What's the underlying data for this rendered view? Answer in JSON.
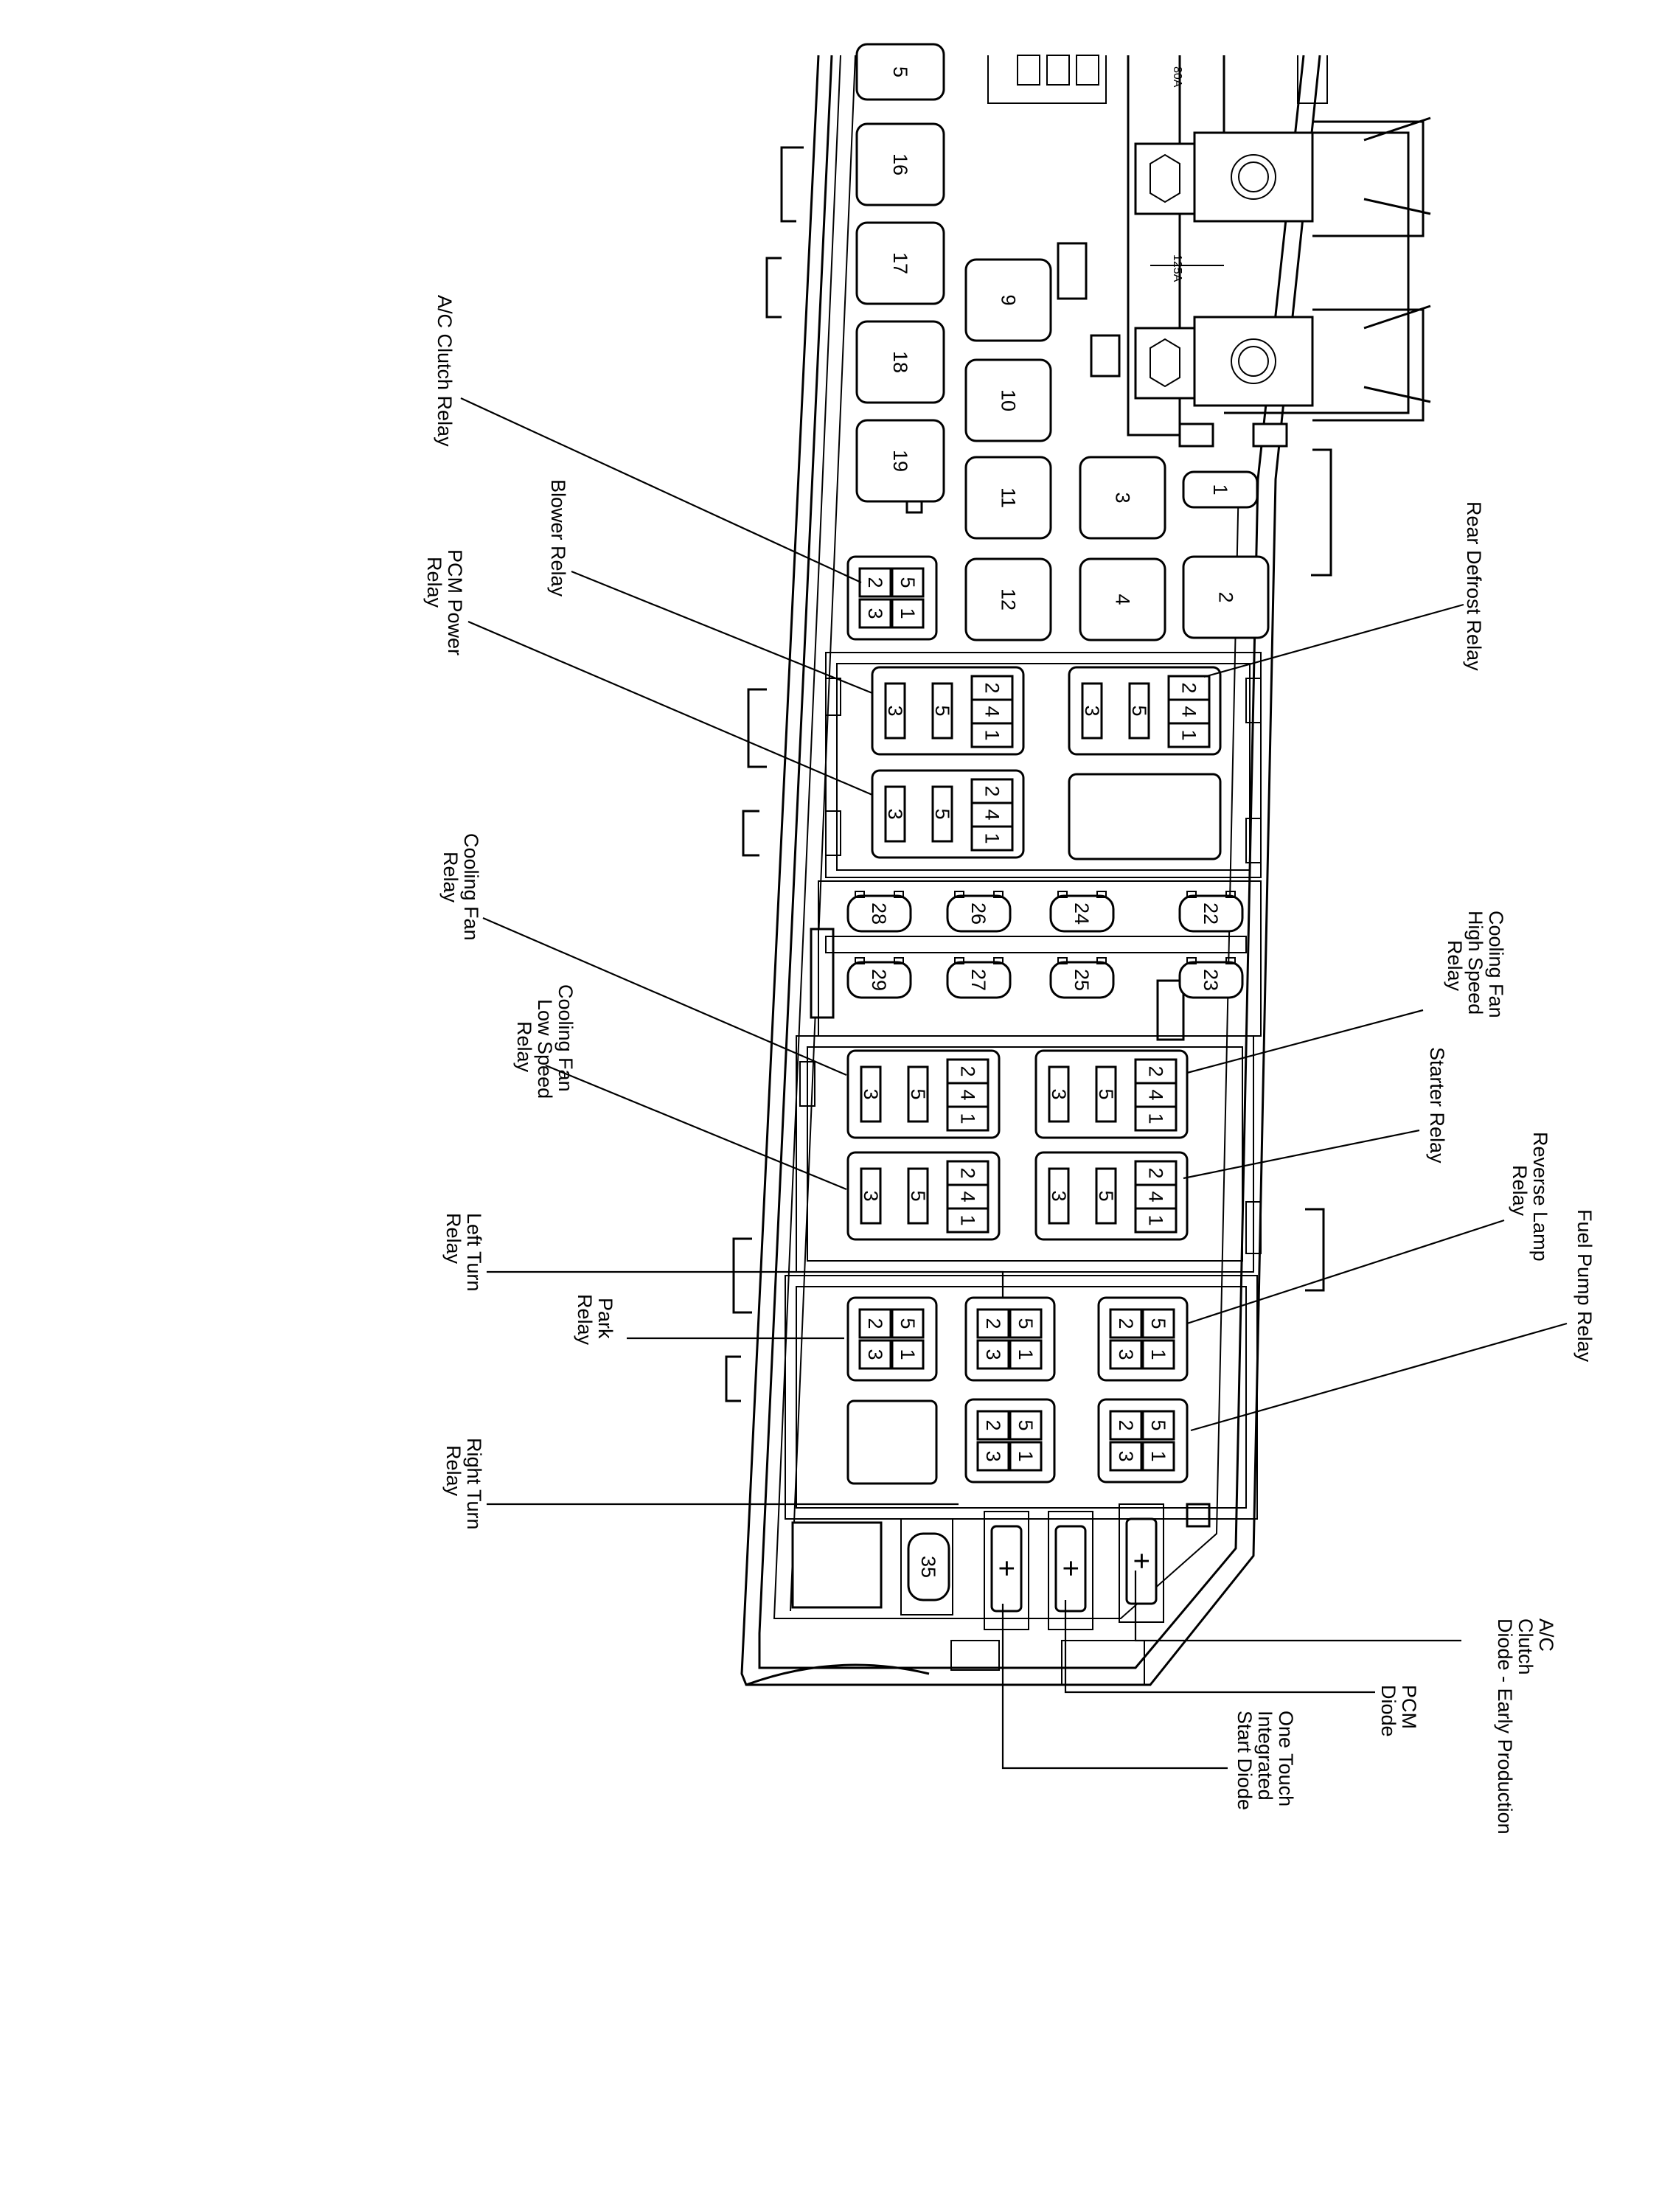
{
  "callouts": {
    "ac_clutch_relay": "A/C Clutch Relay",
    "blower_relay": "Blower Relay",
    "pcm_power_relay": [
      "PCM Power",
      "Relay"
    ],
    "rear_defrost_relay": "Rear Defrost Relay",
    "cooling_fan_relay": [
      "Cooling Fan",
      "Relay"
    ],
    "cooling_fan_high_speed_relay": [
      "Cooling Fan",
      "High Speed",
      "Relay"
    ],
    "cooling_fan_low_speed_relay": [
      "Cooling Fan",
      "Low Speed",
      "Relay"
    ],
    "starter_relay": "Starter Relay",
    "reverse_lamp_relay": [
      "Reverse Lamp",
      "Relay"
    ],
    "fuel_pump_relay": "Fuel Pump Relay",
    "left_turn_relay": [
      "Left Turn",
      "Relay"
    ],
    "park_relay": [
      "Park",
      "Relay"
    ],
    "right_turn_relay": [
      "Right Turn",
      "Relay"
    ],
    "ac_clutch_diode": [
      "A/C",
      "Clutch",
      "Diode - Early Production"
    ],
    "pcm_diode": [
      "PCM",
      "Diode"
    ],
    "one_touch_start_diode": [
      "One Touch",
      "Integrated",
      "Start Diode"
    ]
  },
  "fuses": {
    "maxi": [
      "5",
      "16",
      "17",
      "18",
      "19",
      "9",
      "10",
      "11",
      "12",
      "3",
      "4",
      "2",
      "1"
    ],
    "mini": [
      "28",
      "26",
      "24",
      "22",
      "29",
      "27",
      "25",
      "23"
    ],
    "mini_extra": "35",
    "mega": [
      "80A",
      "125A"
    ]
  },
  "relay_pins": {
    "iso_micro": [
      "2",
      "4",
      "1",
      "3",
      "5"
    ],
    "micro": [
      "2",
      "5",
      "3",
      "1"
    ]
  },
  "diode_symbol": "+"
}
